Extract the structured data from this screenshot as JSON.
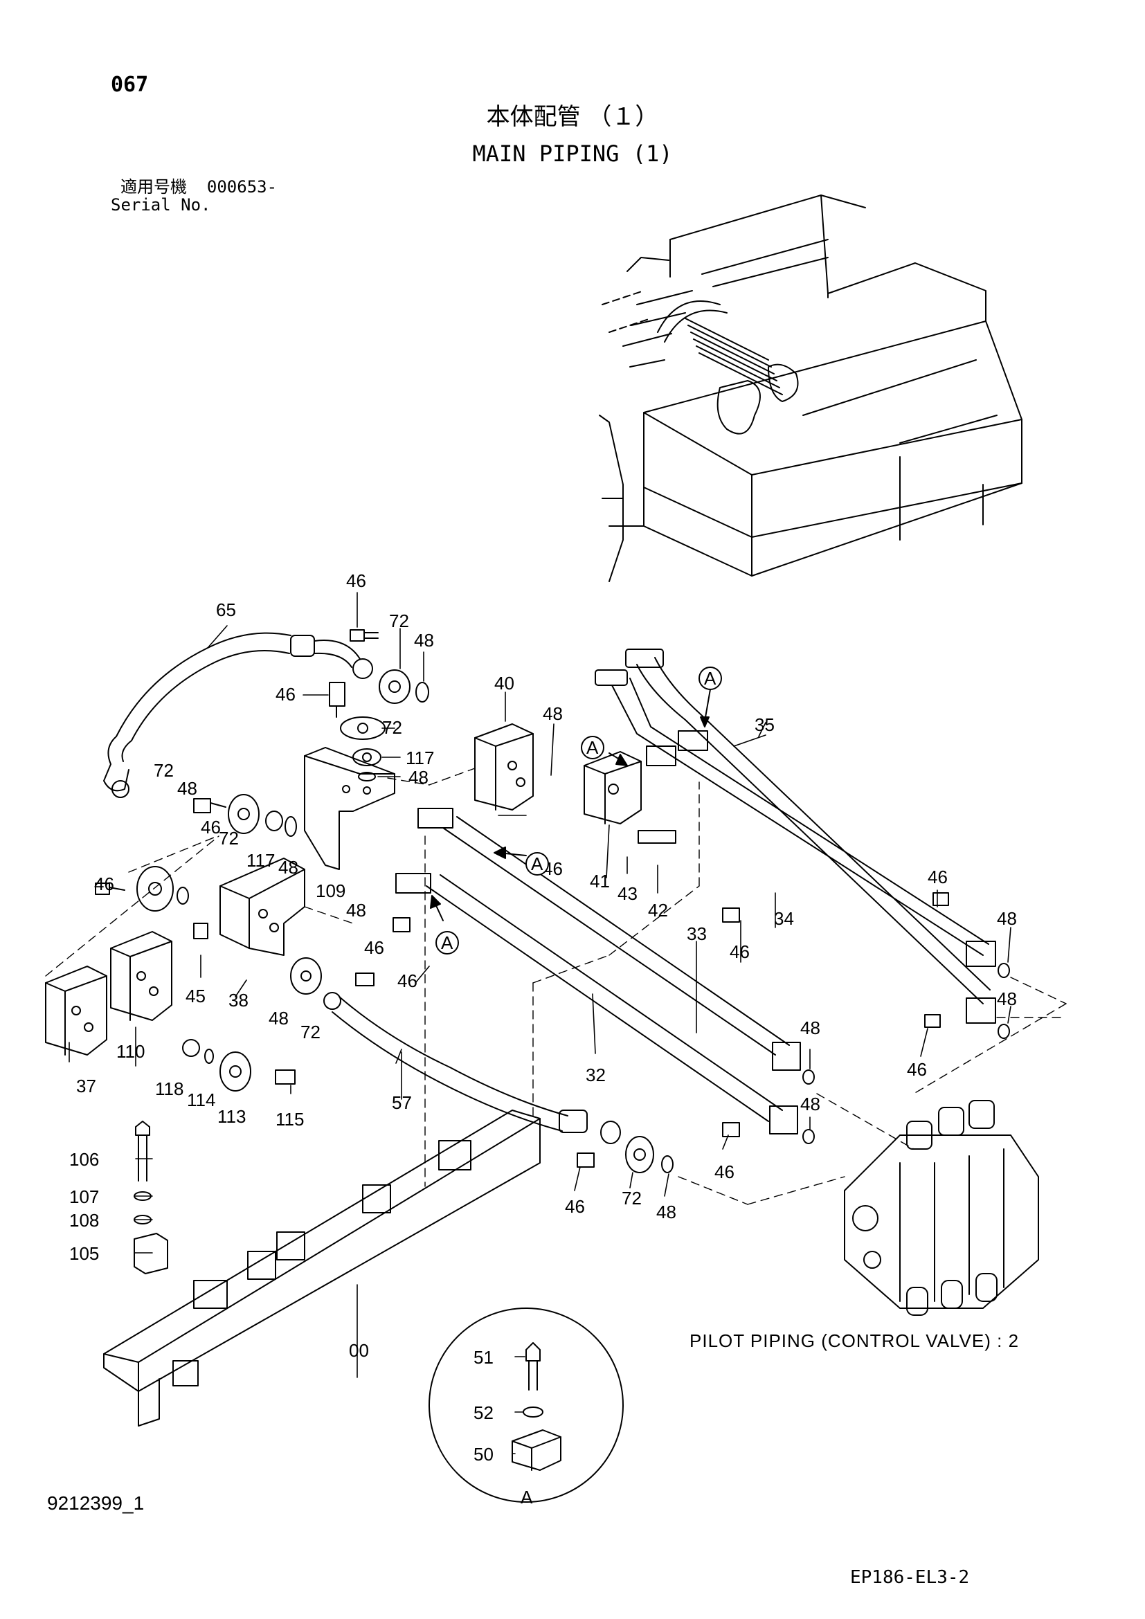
{
  "header": {
    "page_number": "067",
    "title_jp": "本体配管 （１）",
    "title_en": "MAIN PIPING (1)",
    "serial_label_jp": "適用号機",
    "serial_value": "000653-",
    "serial_label_en": "Serial No."
  },
  "footer": {
    "drawing_number": "9212399_1",
    "figure_code": "EP186-EL3-2"
  },
  "note": {
    "pilot_piping": "PILOT PIPING (CONTROL VALVE) : 2"
  },
  "detail_view": {
    "label": "A"
  },
  "callouts": [
    {
      "id": "c-46-a",
      "text": "46"
    },
    {
      "id": "c-72-a",
      "text": "72"
    },
    {
      "id": "c-48-a",
      "text": "48"
    },
    {
      "id": "c-65",
      "text": "65"
    },
    {
      "id": "c-46-b",
      "text": "46"
    },
    {
      "id": "c-72-b",
      "text": "72"
    },
    {
      "id": "c-117-a",
      "text": "117"
    },
    {
      "id": "c-48-b",
      "text": "48"
    },
    {
      "id": "c-40",
      "text": "40"
    },
    {
      "id": "c-48-c",
      "text": "48"
    },
    {
      "id": "c-72-c",
      "text": "72"
    },
    {
      "id": "c-46-c",
      "text": "46"
    },
    {
      "id": "c-72-d",
      "text": "72"
    },
    {
      "id": "c-117-b",
      "text": "117"
    },
    {
      "id": "c-48-d",
      "text": "48"
    },
    {
      "id": "c-48-e",
      "text": "48"
    },
    {
      "id": "c-46-d",
      "text": "46"
    },
    {
      "id": "c-109",
      "text": "109"
    },
    {
      "id": "c-48-f",
      "text": "48"
    },
    {
      "id": "c-46-e",
      "text": "46"
    },
    {
      "id": "c-41",
      "text": "41"
    },
    {
      "id": "c-43",
      "text": "43"
    },
    {
      "id": "c-42",
      "text": "42"
    },
    {
      "id": "c-35",
      "text": "35"
    },
    {
      "id": "c-34",
      "text": "34"
    },
    {
      "id": "c-46-f",
      "text": "46"
    },
    {
      "id": "c-48-g",
      "text": "48"
    },
    {
      "id": "c-48-h",
      "text": "48"
    },
    {
      "id": "c-46-g",
      "text": "46"
    },
    {
      "id": "c-45",
      "text": "45"
    },
    {
      "id": "c-38",
      "text": "38"
    },
    {
      "id": "c-48-i",
      "text": "48"
    },
    {
      "id": "c-72-e",
      "text": "72"
    },
    {
      "id": "c-46-h",
      "text": "46"
    },
    {
      "id": "c-46-i",
      "text": "46"
    },
    {
      "id": "c-33",
      "text": "33"
    },
    {
      "id": "c-46-j",
      "text": "46"
    },
    {
      "id": "c-48-j",
      "text": "48"
    },
    {
      "id": "c-32",
      "text": "32"
    },
    {
      "id": "c-48-k",
      "text": "48"
    },
    {
      "id": "c-37",
      "text": "37"
    },
    {
      "id": "c-110",
      "text": "110"
    },
    {
      "id": "c-118",
      "text": "118"
    },
    {
      "id": "c-114",
      "text": "114"
    },
    {
      "id": "c-113",
      "text": "113"
    },
    {
      "id": "c-115",
      "text": "115"
    },
    {
      "id": "c-57",
      "text": "57"
    },
    {
      "id": "c-46-k",
      "text": "46"
    },
    {
      "id": "c-106",
      "text": "106"
    },
    {
      "id": "c-107",
      "text": "107"
    },
    {
      "id": "c-108",
      "text": "108"
    },
    {
      "id": "c-105",
      "text": "105"
    },
    {
      "id": "c-46-l",
      "text": "46"
    },
    {
      "id": "c-72-f",
      "text": "72"
    },
    {
      "id": "c-48-l",
      "text": "48"
    },
    {
      "id": "c-00",
      "text": "00"
    },
    {
      "id": "c-51",
      "text": "51"
    },
    {
      "id": "c-52",
      "text": "52"
    },
    {
      "id": "c-50",
      "text": "50"
    },
    {
      "id": "c-A-1",
      "text": "A"
    },
    {
      "id": "c-A-2",
      "text": "A"
    },
    {
      "id": "c-A-3",
      "text": "A"
    },
    {
      "id": "c-A-4",
      "text": "A"
    }
  ]
}
